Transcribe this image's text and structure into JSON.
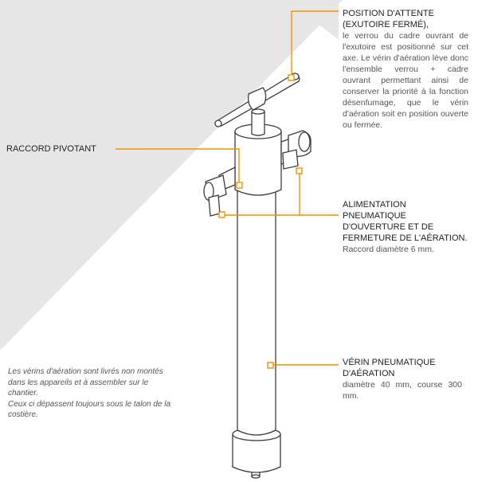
{
  "labels": {
    "attente": {
      "title_line1": "POSITION D'ATTENTE",
      "title_line2": "(EXUTOIRE FERMÉ),",
      "description": "le verrou du cadre ouvrant de l'exutoire est positionné sur cet axe. Le vérin d'aération lève donc l'ensemble verrou + cadre ouvrant permettant ainsi de conserver la priorité à la fonction désenfumage, que le vérin d'aération soit en position ouverte ou fermée."
    },
    "raccord": {
      "title": "RACCORD PIVOTANT"
    },
    "alimentation": {
      "title_line1": "ALIMENTATION",
      "title_line2": "PNEUMATIQUE",
      "title_line3": "D'OUVERTURE ET DE",
      "title_line4": "FERMETURE DE L'AÉRATION.",
      "description": "Raccord diamètre 6 mm."
    },
    "verin": {
      "title_line1": "VÉRIN PNEUMATIQUE",
      "title_line2": "D'AÉRATION",
      "description": "diamètre 40 mm, course 300 mm."
    }
  },
  "note": {
    "line1": "Les vérins d'aération sont livrés  non montés",
    "line2": "dans les appareils  et à assembler sur le",
    "line3": "chantier.",
    "line4": "Ceux ci dépassent toujours sous le talon de la",
    "line5": "costière."
  },
  "colors": {
    "accent": "#f39200",
    "background_shade": "#e6e6e7",
    "drawing_stroke": "#3c3c3c"
  }
}
